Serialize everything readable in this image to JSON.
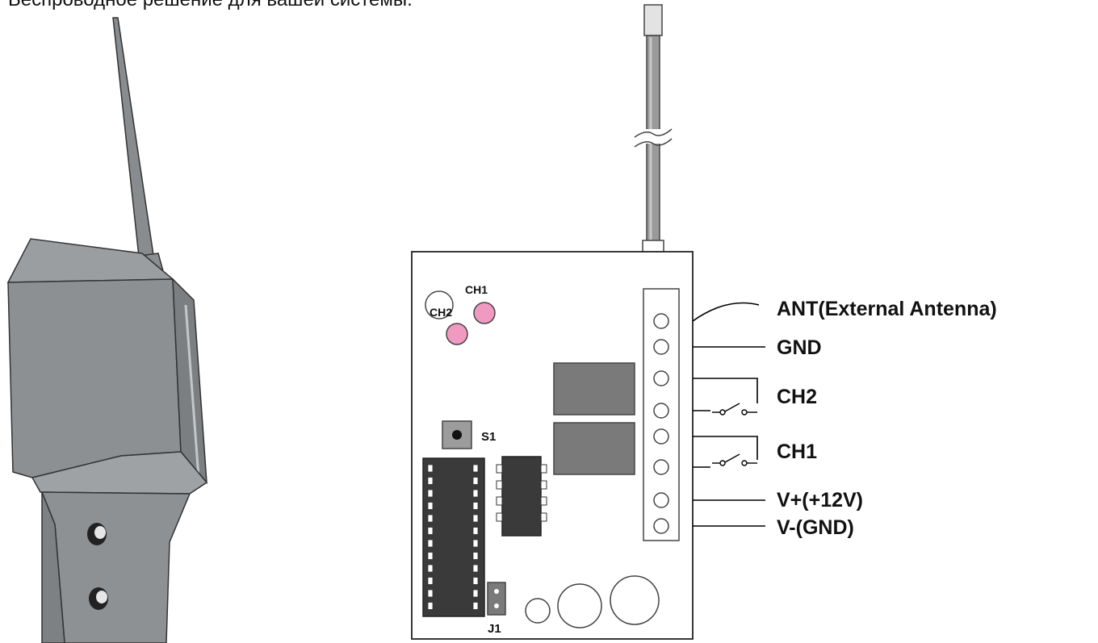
{
  "caption": "Беспроводное решение для вашей системы.",
  "colors": {
    "casing": "#8f9396",
    "led": "#f09ac2",
    "component": "#6e6e6e",
    "chip": "#3a3a3a",
    "line": "#000000"
  },
  "board_labels": {
    "ch1": "CH1",
    "ch2": "CH2",
    "s1": "S1",
    "j1": "J1"
  },
  "terminals": [
    {
      "label": "ANT(External Antenna)"
    },
    {
      "label": "GND"
    },
    {
      "label": "CH2"
    },
    {
      "label": "CH1"
    },
    {
      "label": "V+(+12V)"
    },
    {
      "label": "V-(GND)"
    }
  ]
}
